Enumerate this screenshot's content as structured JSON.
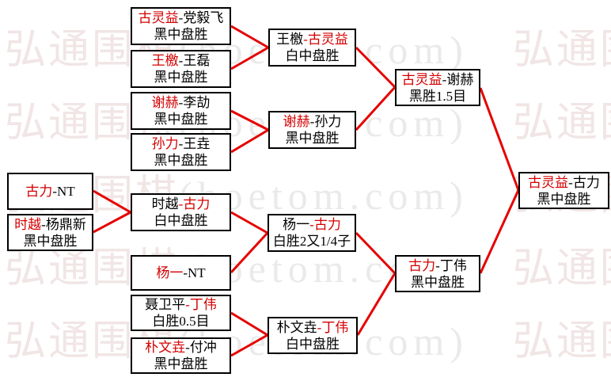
{
  "colors": {
    "background": "#ffffff",
    "box_border": "#000000",
    "text_black": "#000000",
    "winner_red": "#d40000",
    "connector_red": "#e60000",
    "watermark_cjk": "#f1e5e5",
    "watermark_latin": "#eaeaea"
  },
  "watermark": {
    "cjk": "弘通围棋",
    "latin": "(hoetom.com)"
  },
  "bracket": {
    "champion": "古灵益",
    "nodes": {
      "r1_1": {
        "p1": "古灵益",
        "p2": "-党毅飞",
        "p1_role": "win",
        "p2_role": "lose",
        "result": "黑中盘胜",
        "feeds": "r2_1"
      },
      "r1_2": {
        "p1": "王檄",
        "p2": "-王磊",
        "p1_role": "win",
        "p2_role": "lose",
        "result": "黑中盘胜",
        "feeds": "r2_1"
      },
      "r1_3": {
        "p1": "谢赫",
        "p2": "-李劼",
        "p1_role": "win",
        "p2_role": "lose",
        "result": "黑中盘胜",
        "feeds": "r2_2"
      },
      "r1_4": {
        "p1": "孙力",
        "p2": "-王垚",
        "p1_role": "win",
        "p2_role": "lose",
        "result": "黑中盘胜",
        "feeds": "r2_2"
      },
      "r1_5": {
        "p1": "古力",
        "p2": "-NT",
        "p1_role": "win",
        "p2_role": "lose",
        "result": "",
        "feeds": "r2_3"
      },
      "r1_6": {
        "p1": "时越",
        "p2": "-杨鼎新",
        "p1_role": "win",
        "p2_role": "lose",
        "result": "黑中盘胜",
        "feeds": "r2_3"
      },
      "r1_7": {
        "p1": "杨一",
        "p2": "-NT",
        "p1_role": "win",
        "p2_role": "lose",
        "result": "",
        "feeds": "r2_4"
      },
      "r1_8": {
        "p1": "聂卫平",
        "p2": "-丁伟",
        "p1_role": "lose",
        "p2_role": "win",
        "result": "白胜0.5目",
        "feeds": "r2_5"
      },
      "r1_9": {
        "p1": "朴文垚",
        "p2": "-付冲",
        "p1_role": "win",
        "p2_role": "lose",
        "result": "黑中盘胜",
        "feeds": "r2_5"
      },
      "r2_1": {
        "p1": "王檄",
        "p2": "-古灵益",
        "p1_role": "lose",
        "p2_role": "win",
        "result": "白中盘胜",
        "feeds": "sf_1"
      },
      "r2_2": {
        "p1": "谢赫",
        "p2": "-孙力",
        "p1_role": "win",
        "p2_role": "lose",
        "result": "黑中盘胜",
        "feeds": "sf_1"
      },
      "r2_3": {
        "p1": "时越",
        "p2": "-古力",
        "p1_role": "lose",
        "p2_role": "win",
        "result": "白中盘胜",
        "feeds": "r2_4"
      },
      "r2_4": {
        "p1": "杨一",
        "p2": "-古力",
        "p1_role": "lose",
        "p2_role": "win",
        "result": "白胜2又1/4子",
        "feeds": "sf_2"
      },
      "r2_5": {
        "p1": "朴文垚",
        "p2": "-丁伟",
        "p1_role": "lose",
        "p2_role": "win",
        "result": "白中盘胜",
        "feeds": "sf_2"
      },
      "sf_1": {
        "p1": "古灵益",
        "p2": "-谢赫",
        "p1_role": "win",
        "p2_role": "lose",
        "result": "黑胜1.5目",
        "feeds": "final"
      },
      "sf_2": {
        "p1": "古力",
        "p2": "-丁伟",
        "p1_role": "win",
        "p2_role": "lose",
        "result": "黑中盘胜",
        "feeds": "final"
      },
      "final": {
        "p1": "古灵益",
        "p2": "-古力",
        "p1_role": "win",
        "p2_role": "lose",
        "result": "黑中盘胜",
        "feeds": ""
      }
    }
  }
}
